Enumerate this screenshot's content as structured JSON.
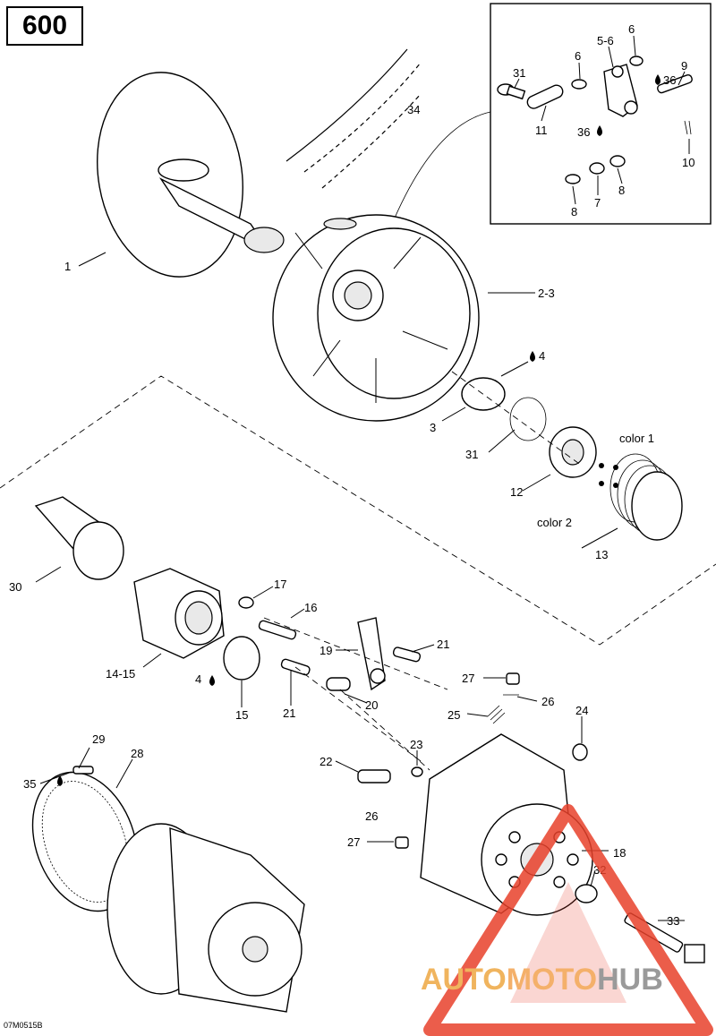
{
  "page_number": "600",
  "figure_code": "07M0515B",
  "watermark": {
    "auto": "AUTO",
    "moto": "MOTO",
    "hub": "HUB",
    "colors": {
      "triangle": "#e8412b",
      "auto": "#f0b45e",
      "hub": "#9a9a9a"
    }
  },
  "callouts": {
    "c1": "1",
    "c2_3": "2-3",
    "c3": "3",
    "c4": "4",
    "c4b": "4",
    "c31": "31",
    "c12": "12",
    "c13": "13",
    "color1": "color 1",
    "color2": "color 2",
    "c34": "34",
    "c30": "30",
    "c14_15": "14-15",
    "c15": "15",
    "c16": "16",
    "c17": "17",
    "c19": "19",
    "c20": "20",
    "c21a": "21",
    "c21b": "21",
    "c27a": "27",
    "c26a": "26",
    "c25": "25",
    "c24": "24",
    "c23": "23",
    "c22": "22",
    "c26b": "26",
    "c27b": "27",
    "c18": "18",
    "c32": "32",
    "c33": "33",
    "c29": "29",
    "c28": "28",
    "c35": "35",
    "i31": "31",
    "i11": "11",
    "i6a": "6",
    "i5_6": "5-6",
    "i6b": "6",
    "i36a": "36",
    "i9": "9",
    "i36b": "36",
    "i10": "10",
    "i8a": "8",
    "i7": "7",
    "i8b": "8"
  },
  "icons": [
    "oil-drop-icon"
  ]
}
